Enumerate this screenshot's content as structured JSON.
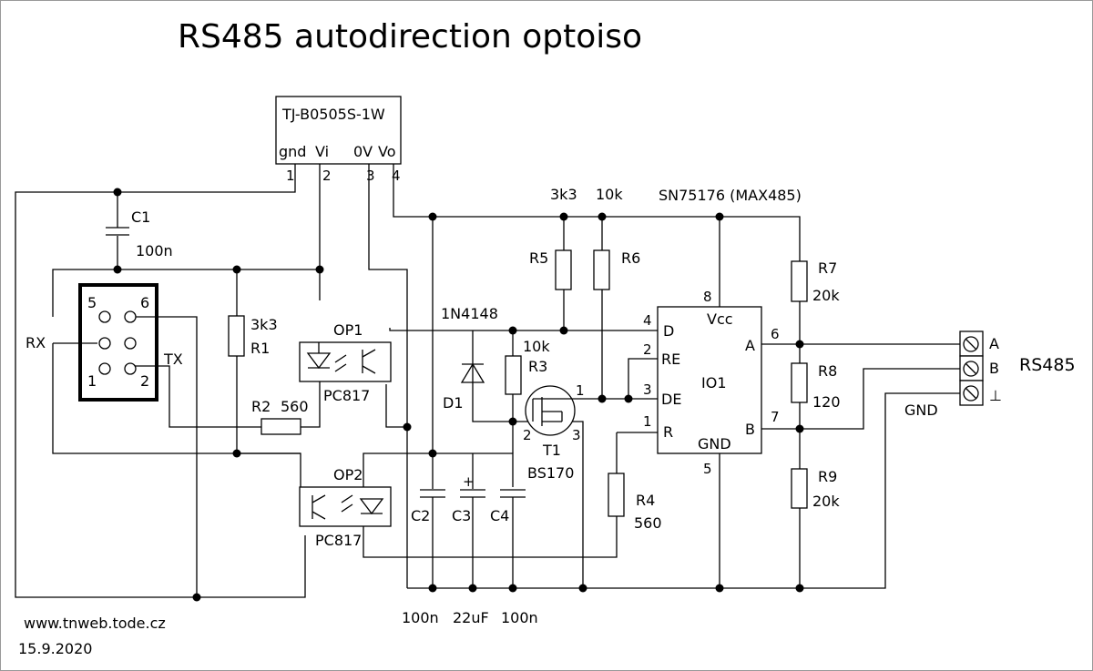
{
  "title": "RS485 autodirection optoiso",
  "footer": {
    "url": "www.tnweb.tode.cz",
    "date": "15.9.2020"
  },
  "dcdc": {
    "part": "TJ-B0505S-1W",
    "pin_names": [
      "gnd",
      "Vi",
      "0V",
      "Vo"
    ],
    "pin_numbers": [
      "1",
      "2",
      "3",
      "4"
    ]
  },
  "ic": {
    "ref": "IO1",
    "part": "SN75176 (MAX485)",
    "vcc": "Vcc",
    "gnd": "GND",
    "pins": {
      "d": {
        "name": "D",
        "num": "4"
      },
      "re": {
        "name": "RE",
        "num": "2"
      },
      "de": {
        "name": "DE",
        "num": "3"
      },
      "r": {
        "name": "R",
        "num": "1"
      },
      "a": {
        "name": "A",
        "num": "6"
      },
      "b": {
        "name": "B",
        "num": "7"
      },
      "vcc_num": "8",
      "gnd_num": "5"
    }
  },
  "connector": {
    "rx": "RX",
    "tx": "TX",
    "pins": [
      "5",
      "6",
      "1",
      "2"
    ]
  },
  "terminal": {
    "label": "RS485",
    "a": "A",
    "b": "B",
    "gnd": "GND",
    "gnd_symbol": "⊥"
  },
  "components": {
    "c1": {
      "ref": "C1",
      "value": "100n"
    },
    "r1": {
      "ref": "R1",
      "value": "3k3"
    },
    "r2": {
      "ref": "R2",
      "value": "560"
    },
    "op1": {
      "ref": "OP1",
      "part": "PC817"
    },
    "op2": {
      "ref": "OP2",
      "part": "PC817"
    },
    "d1": {
      "ref": "D1",
      "part": "1N4148"
    },
    "r3": {
      "ref": "R3",
      "value": "10k"
    },
    "r4": {
      "ref": "R4",
      "value": "560"
    },
    "r5": {
      "ref": "R5",
      "value": "3k3"
    },
    "r6": {
      "ref": "R6",
      "value": "10k"
    },
    "r7": {
      "ref": "R7",
      "value": "20k"
    },
    "r8": {
      "ref": "R8",
      "value": "120"
    },
    "r9": {
      "ref": "R9",
      "value": "20k"
    },
    "c2": {
      "ref": "C2",
      "value": "100n"
    },
    "c3": {
      "ref": "C3",
      "value": "22uF",
      "polarity": "+"
    },
    "c4": {
      "ref": "C4",
      "value": "100n"
    },
    "t1": {
      "ref": "T1",
      "part": "BS170",
      "pins": [
        "1",
        "2",
        "3"
      ]
    }
  }
}
